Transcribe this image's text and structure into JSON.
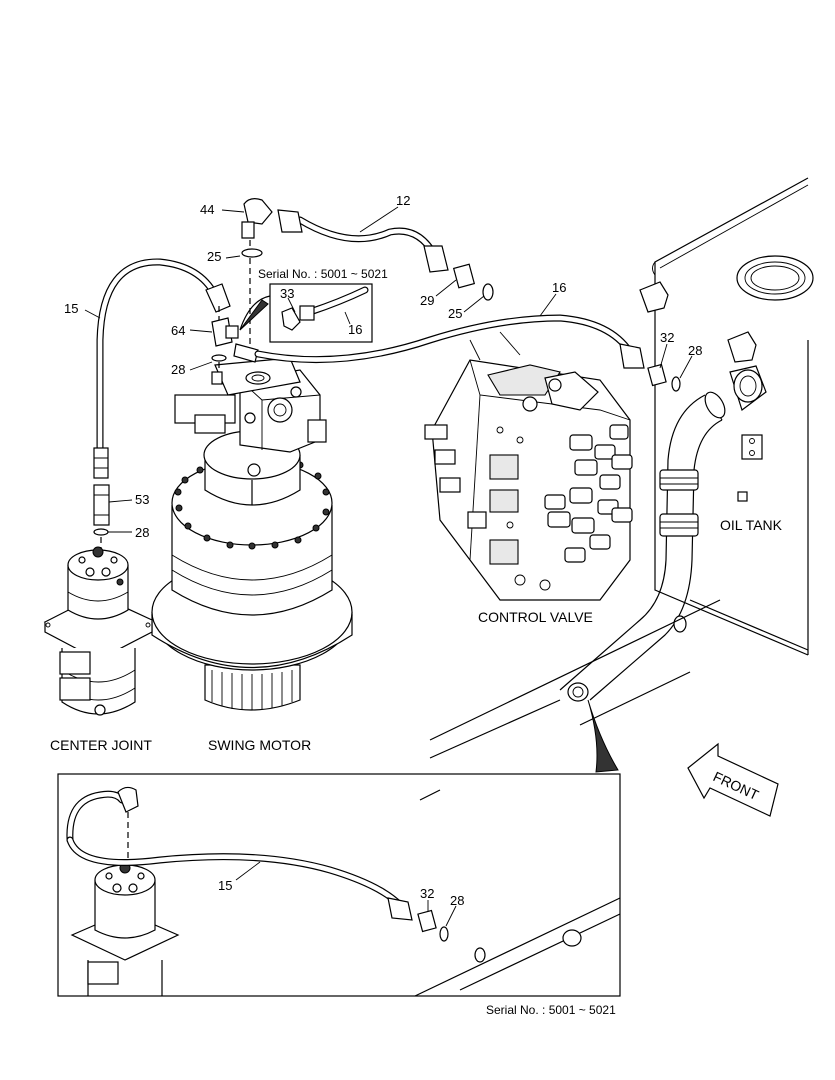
{
  "callouts": {
    "c44": "44",
    "c12": "12",
    "c25a": "25",
    "c15": "15",
    "c64": "64",
    "c28a": "28",
    "c33": "33",
    "c16a": "16",
    "c29": "29",
    "c25b": "25",
    "c16b": "16",
    "c32a": "32",
    "c28b": "28",
    "c53": "53",
    "c28c": "28",
    "c15b": "15",
    "c32b": "32",
    "c28d": "28"
  },
  "labels": {
    "serial_inset": "Serial No. : 5001 ~ 5021",
    "serial_bottom": "Serial No. : 5001 ~ 5021",
    "oil_tank": "OIL TANK",
    "control_valve": "CONTROL VALVE",
    "center_joint": "CENTER JOINT",
    "swing_motor": "SWING MOTOR",
    "front": "FRONT"
  }
}
